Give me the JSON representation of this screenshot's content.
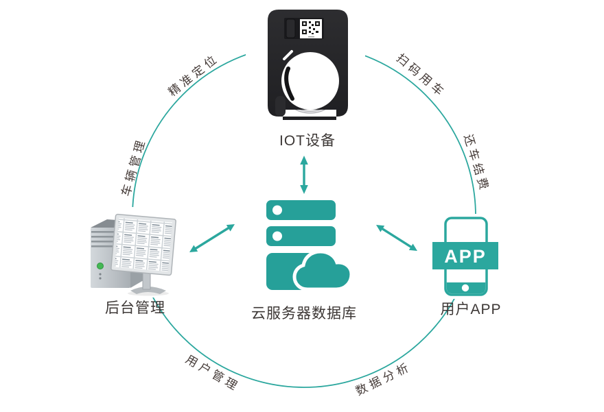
{
  "colors": {
    "accent": "#2BA79E",
    "server-teal": "#26A099",
    "text-dark": "#3C3735",
    "arc-label": "#453B38",
    "lock-black": "#232326"
  },
  "nodes": {
    "iot": {
      "label": "IOT设备"
    },
    "server": {
      "label": "云服务器数据库"
    },
    "admin": {
      "label": "后台管理"
    },
    "app": {
      "label": "用户APP",
      "badge": "APP"
    }
  },
  "arc_labels": {
    "top_left": "精准定位",
    "left": "车辆管理",
    "top_right": "扫码用车",
    "right": "还车结费",
    "bottom_left": "用户管理",
    "bottom_right": "数据分析"
  },
  "icons": {
    "iot": "smart-bike-lock-icon",
    "server": "cloud-server-icon",
    "admin": "admin-computer-icon",
    "app": "smartphone-app-icon"
  }
}
